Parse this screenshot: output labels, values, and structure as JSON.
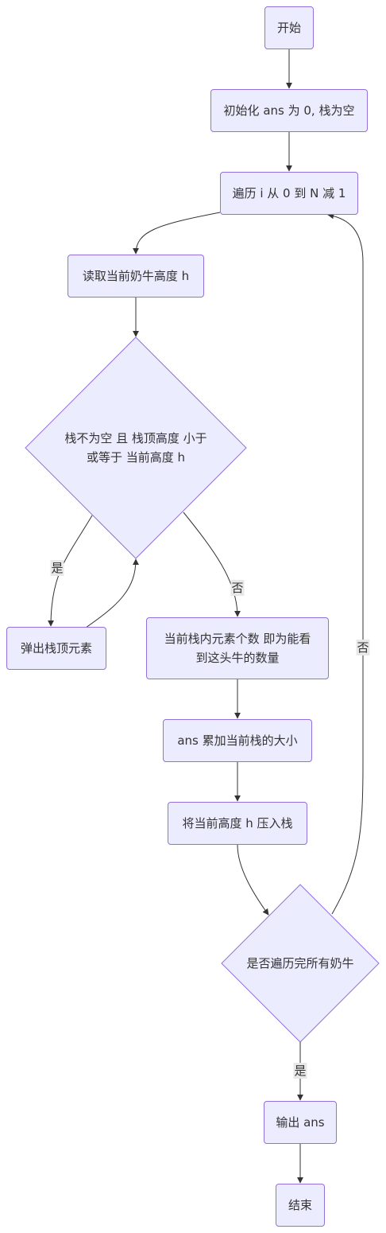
{
  "flowchart": {
    "nodes": {
      "start": "开始",
      "init": "初始化 ans 为 0, 栈为空",
      "loop": "遍历 i 从 0 到 N 减 1",
      "read": "读取当前奶牛高度 h",
      "cond_stack_line1": "栈不为空 且 栈顶高度 小于",
      "cond_stack_line2": "或等于 当前高度 h",
      "pop": "弹出栈顶元素",
      "count_line1": "当前栈内元素个数 即为能看",
      "count_line2": "到这头牛的数量",
      "accumulate": "ans 累加当前栈的大小",
      "push": "将当前高度 h 压入栈",
      "cond_done": "是否遍历完所有奶牛",
      "output": "输出 ans",
      "end": "结束"
    },
    "edge_labels": {
      "cond_stack_yes": "是",
      "cond_stack_no": "否",
      "cond_done_no": "否",
      "cond_done_yes": "是"
    },
    "colors": {
      "node_fill": "#ECECFF",
      "node_stroke": "#9370DB",
      "edge": "#333333",
      "label_bg": "#e8e8e8",
      "text": "#333333"
    }
  }
}
